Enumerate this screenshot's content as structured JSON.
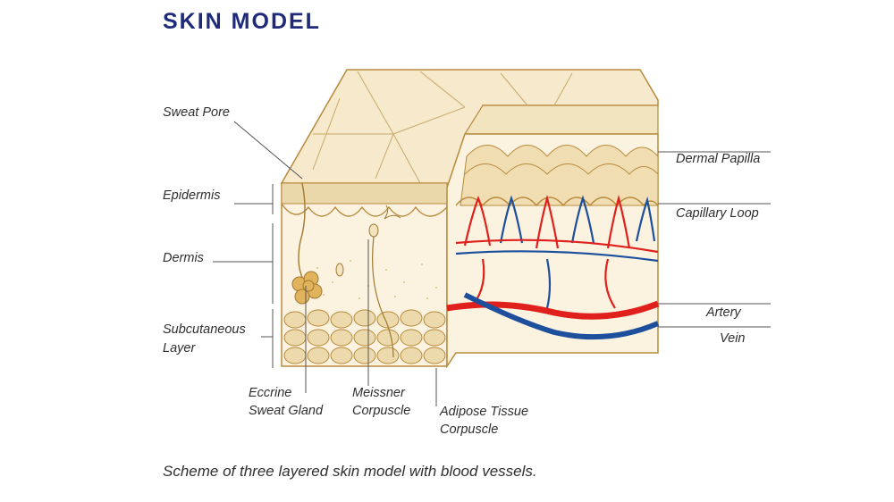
{
  "title": "SKIN MODEL",
  "labels": {
    "sweat_pore": "Sweat Pore",
    "epidermis": "Epidermis",
    "dermis": "Dermis",
    "subcutaneous_1": "Subcutaneous",
    "subcutaneous_2": "Layer",
    "eccrine_1": "Eccrine",
    "eccrine_2": "Sweat Gland",
    "meissner_1": "Meissner",
    "meissner_2": "Corpuscle",
    "adipose_1": "Adipose Tissue",
    "adipose_2": "Corpuscle",
    "dermal_papilla": "Dermal Papilla",
    "capillary_loop": "Capillary Loop",
    "artery": "Artery",
    "vein": "Vein"
  },
  "caption": "Scheme of three layered skin model with blood vessels.",
  "colors": {
    "title": "#1f2a7a",
    "skin_surface": "#f6e9cc",
    "outline": "#b88a3c",
    "epidermis_band": "#ead8aa",
    "dermis": "#fbf3e0",
    "fat": "#ecd9ac",
    "artery": "#e0201c",
    "vein": "#1d4f9c"
  }
}
